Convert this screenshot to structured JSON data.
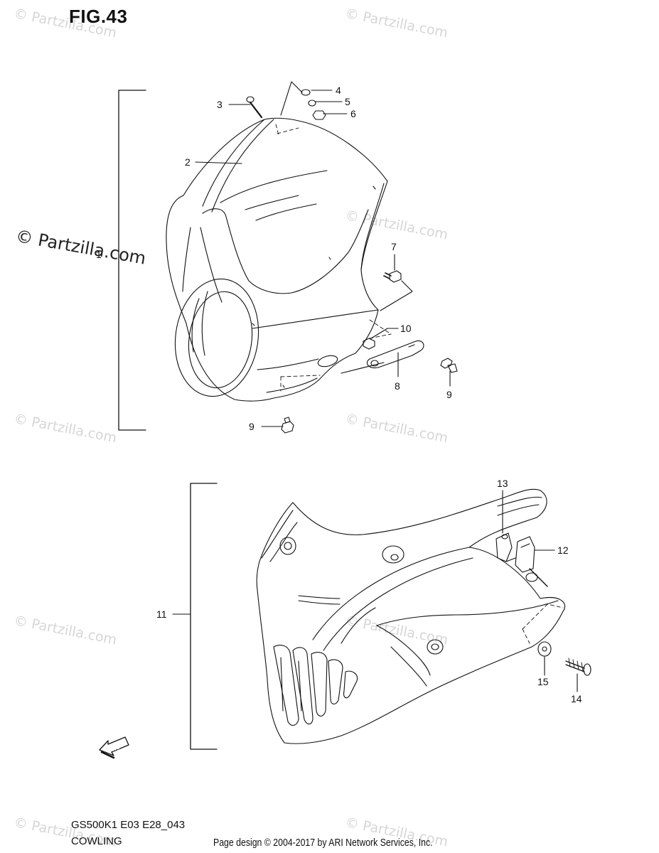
{
  "figure": {
    "title": "FIG.43",
    "model_code": "GS500K1 E03 E28_043",
    "caption": "COWLING"
  },
  "credit": "Page design © 2004-2017 by ARI Network Services, Inc.",
  "watermark": "© Partzilla.com",
  "callouts": {
    "c1": "1",
    "c2": "2",
    "c3": "3",
    "c4": "4",
    "c5": "5",
    "c6": "6",
    "c7": "7",
    "c8": "8",
    "c9a": "9",
    "c9b": "9",
    "c10": "10",
    "c11": "11",
    "c12": "12",
    "c13": "13",
    "c14": "14",
    "c15": "15"
  },
  "fwd_label": "FWD"
}
